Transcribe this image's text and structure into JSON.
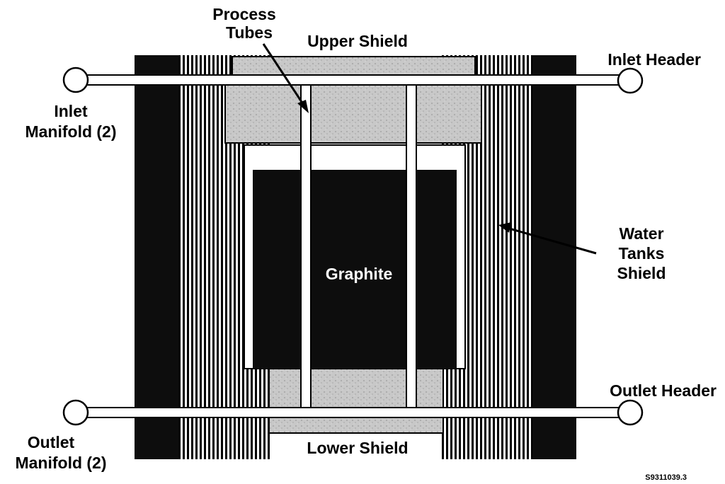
{
  "labels": {
    "process_tubes_1": "Process",
    "process_tubes_2": "Tubes",
    "upper_shield": "Upper Shield",
    "inlet_header": "Inlet Header",
    "inlet_manifold_1": "Inlet",
    "inlet_manifold_2": "Manifold (2)",
    "water_tanks_1": "Water",
    "water_tanks_2": "Tanks",
    "water_tanks_3": "Shield",
    "graphite": "Graphite",
    "outlet_header": "Outlet Header",
    "outlet_manifold_1": "Outlet",
    "outlet_manifold_2": "Manifold (2)",
    "lower_shield": "Lower Shield",
    "figure_code": "S9311039.3"
  },
  "colors": {
    "outer_shield": "#0d0d0d",
    "graphite": "#0d0d0d",
    "concrete_shield": "#c6c6c6",
    "stripe": "#000000",
    "pipe": "#ffffff"
  }
}
